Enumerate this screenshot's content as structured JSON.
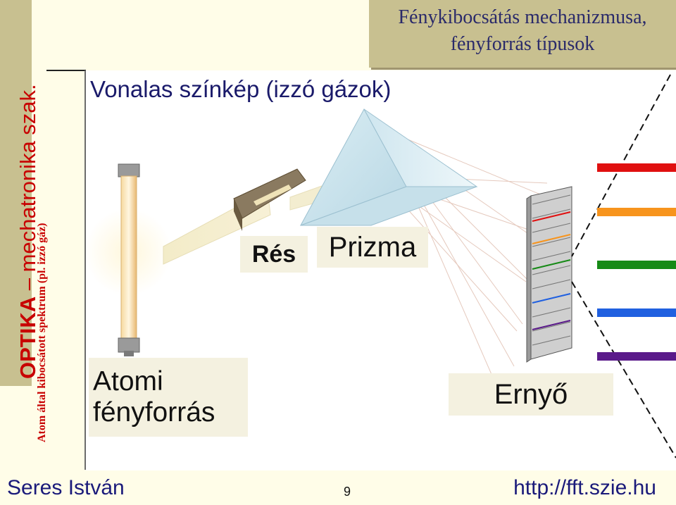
{
  "sidebar": {
    "title_bold": "OPTIKA",
    "title_rest": " – mechatronika szak.",
    "subtitle": "Atom által kibocsátott spektrum (pl. izzó gáz)"
  },
  "header": {
    "title_line1": "Fénykibocsátás mechanizmusa,",
    "title_line2": "fényforrás típusok"
  },
  "diagram": {
    "heading": "Vonalas színkép (izzó gázok)",
    "labels": {
      "slit": "Rés",
      "prism": "Prizma",
      "source_line1": "Atomi",
      "source_line2": "fényforrás",
      "screen": "Ernyő"
    },
    "spectral_line_colors": [
      "#e01010",
      "#f7941d",
      "#168a16",
      "#2060e0",
      "#5a1a8a"
    ]
  },
  "footer": {
    "author": "Seres István",
    "page_number": "9",
    "url": "http://fft.szie.hu"
  }
}
